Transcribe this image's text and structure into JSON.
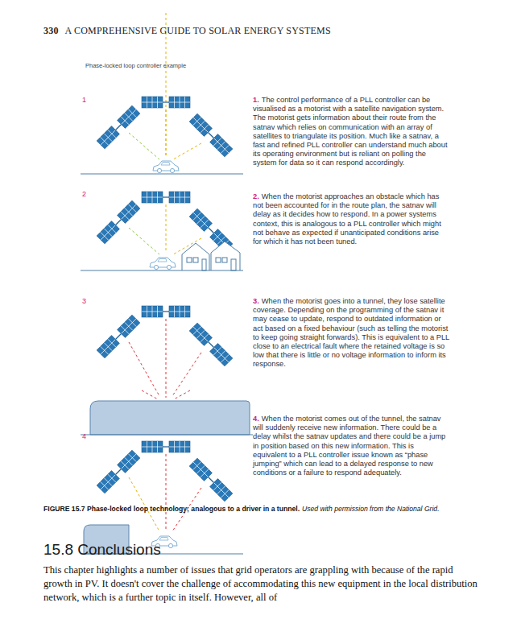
{
  "diagram": {
    "title": "Phase-locked loop controller example",
    "caption": "FIGURE 15.7 Phase-locked loop technology; analogous to a driver in a tunnel.",
    "labels": [
      "330",
      "A COMPREHENSIVE GUIDE TO SOLAR ENERGY SYSTEMS",
      "1",
      "2",
      "3",
      "4",
      "1.",
      "The control performance of a PLL controller can be visualised as a motorist with a satellite navigation system. The motorist gets information about their route from the satnav which relies on communication with an array of satellites to triangulate its position. Much like a satnav, a fast and refined PLL controller can understand much about its operating environment but is reliant on polling the system for data so it can respond accordingly.",
      "2.",
      "When the motorist approaches an obstacle which has not been accounted for in the route plan, the satnav will delay as it decides how to respond. In a power systems context, this is analogous to a PLL controller which might not behave as expected if unanticipated conditions arise for which it has not been tuned.",
      "3.",
      "When the motorist goes into a tunnel, they lose satellite coverage. Depending on the programming of the satnav it may cease to update, respond to outdated information or act based on a fixed behaviour (such as telling the motorist to keep going straight forwards). This is equivalent to a PLL close to an electrical fault where the retained voltage is so low that there is little or no voltage information to inform its response.",
      "4.",
      "When the motorist comes out of the tunnel, the satnav will suddenly receive new information. There could be a delay whilst the satnav updates and there could be a jump in position based on this new information. This is equivalent to a PLL controller issue known as “phase jumping” which can lead to a delayed response to new conditions or a failure to respond adequately.",
      "Used with permission from the National Grid.",
      "15.8 Conclusions",
      "This chapter highlights a number of issues that grid operators are grappling with because of the rapid growth in PV. It doesn't cover the challenge of accommodating this new equipment in the local distribution network, which is a further topic in itself. However, all of"
    ]
  }
}
